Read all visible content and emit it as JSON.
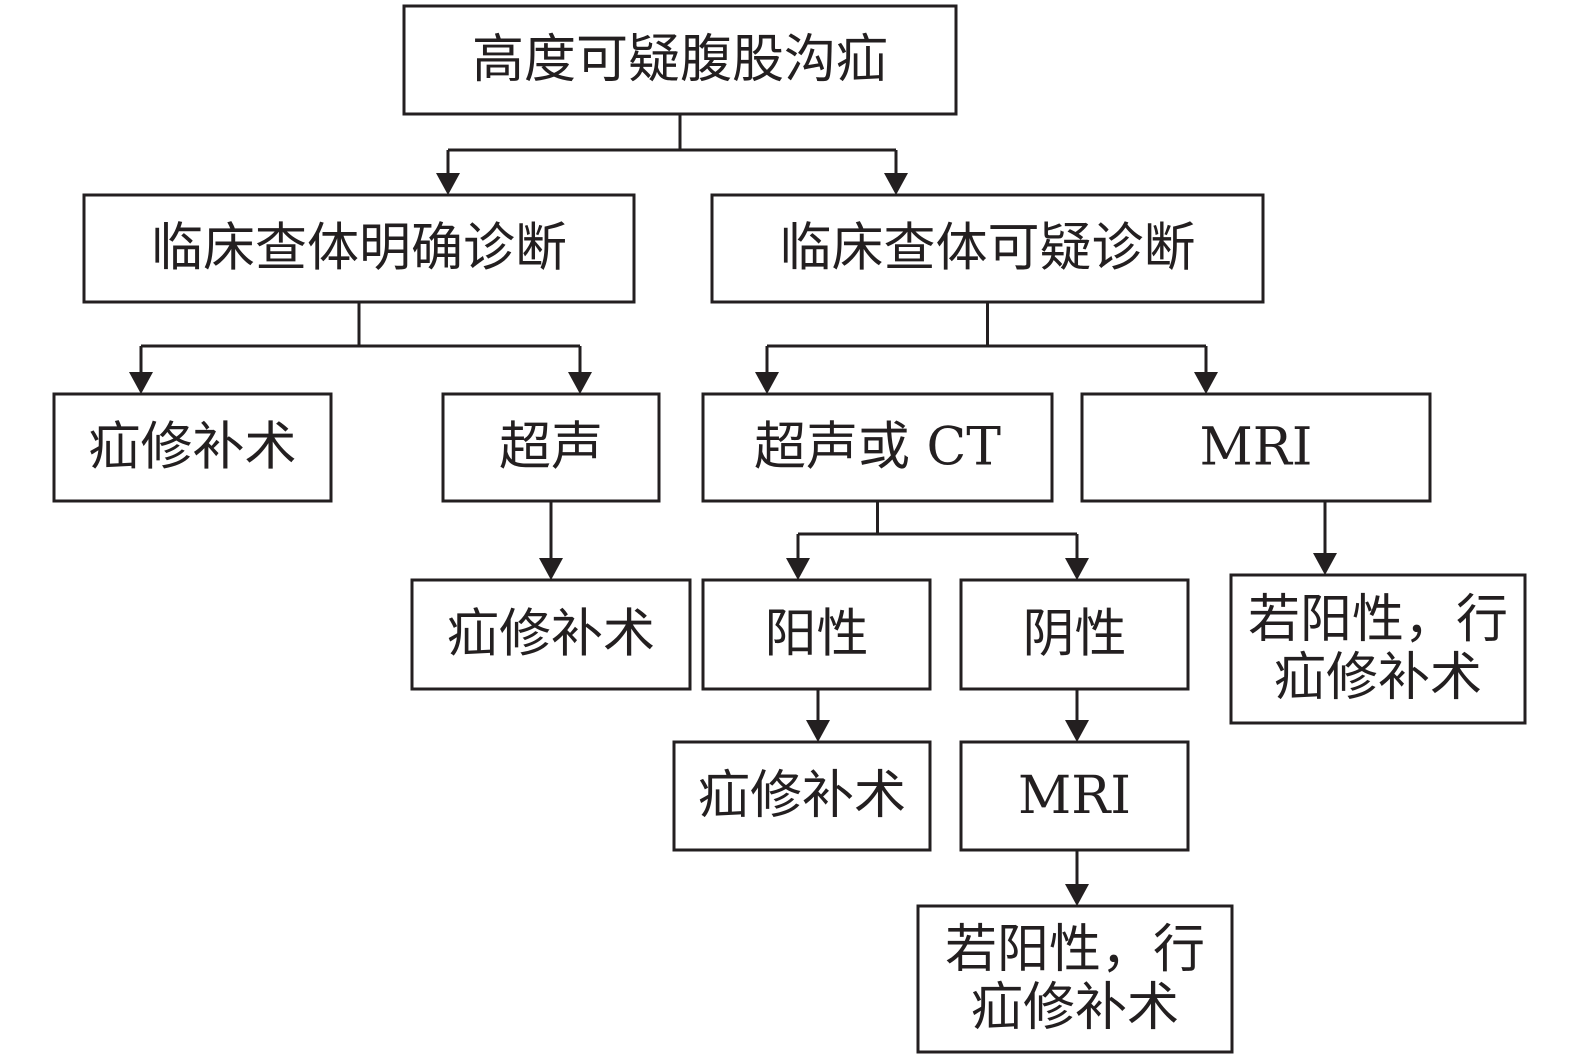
{
  "diagram": {
    "nodes": [
      {
        "id": "root",
        "lines": [
          "高度可疑腹股沟疝"
        ]
      },
      {
        "id": "clinical_definite",
        "lines": [
          "临床查体明确诊断"
        ]
      },
      {
        "id": "clinical_suspect",
        "lines": [
          "临床查体可疑诊断"
        ]
      },
      {
        "id": "repair_1",
        "lines": [
          "疝修补术"
        ]
      },
      {
        "id": "ultrasound",
        "lines": [
          "超声"
        ]
      },
      {
        "id": "us_or_ct",
        "lines": [
          "超声或 CT"
        ]
      },
      {
        "id": "mri_1",
        "lines": [
          "MRI"
        ]
      },
      {
        "id": "repair_2",
        "lines": [
          "疝修补术"
        ]
      },
      {
        "id": "positive",
        "lines": [
          "阳性"
        ]
      },
      {
        "id": "negative",
        "lines": [
          "阴性"
        ]
      },
      {
        "id": "if_positive_1",
        "lines": [
          "若阳性，行",
          "疝修补术"
        ]
      },
      {
        "id": "repair_3",
        "lines": [
          "疝修补术"
        ]
      },
      {
        "id": "mri_2",
        "lines": [
          "MRI"
        ]
      },
      {
        "id": "if_positive_2",
        "lines": [
          "若阳性，行",
          "疝修补术"
        ]
      }
    ],
    "edges": [
      {
        "from": "root",
        "to": "clinical_definite"
      },
      {
        "from": "root",
        "to": "clinical_suspect"
      },
      {
        "from": "clinical_definite",
        "to": "repair_1"
      },
      {
        "from": "clinical_definite",
        "to": "ultrasound"
      },
      {
        "from": "clinical_suspect",
        "to": "us_or_ct"
      },
      {
        "from": "clinical_suspect",
        "to": "mri_1"
      },
      {
        "from": "ultrasound",
        "to": "repair_2"
      },
      {
        "from": "us_or_ct",
        "to": "positive"
      },
      {
        "from": "us_or_ct",
        "to": "negative"
      },
      {
        "from": "mri_1",
        "to": "if_positive_1"
      },
      {
        "from": "positive",
        "to": "repair_3"
      },
      {
        "from": "negative",
        "to": "mri_2"
      },
      {
        "from": "mri_2",
        "to": "if_positive_2"
      }
    ]
  }
}
